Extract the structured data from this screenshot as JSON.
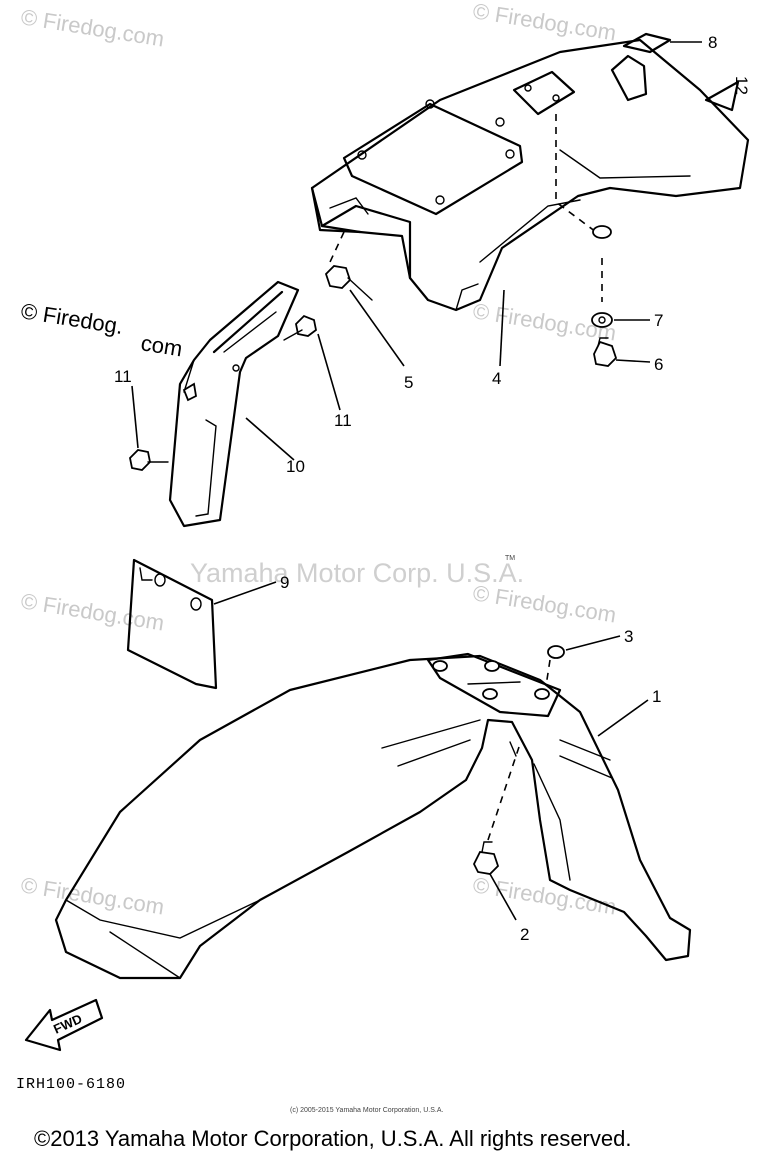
{
  "watermarks": {
    "firedog": "© Firedog.com",
    "firedog_split_a": "© Firedog.",
    "firedog_split_b": "com",
    "center": "Yamaha Motor Corp. U.S.A.",
    "tm": "TM"
  },
  "callouts": [
    "1",
    "2",
    "3",
    "4",
    "5",
    "6",
    "7",
    "8",
    "9",
    "10",
    "11",
    "11",
    "11",
    "12"
  ],
  "arrow_label": "FWD",
  "diagram_code": "IRH100-6180",
  "small_copyright": "(c) 2005-2015 Yamaha Motor Corporation, U.S.A.",
  "footer": "©2013 Yamaha Motor Corporation, U.S.A. All rights reserved."
}
